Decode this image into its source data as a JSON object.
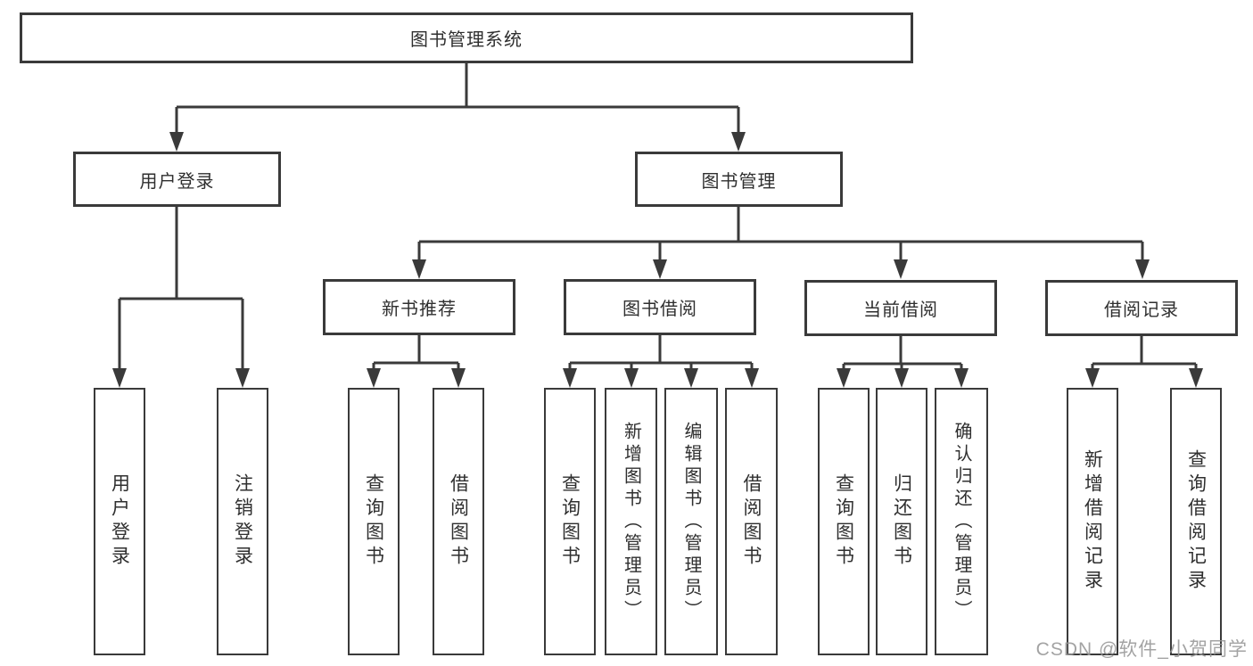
{
  "diagram_type": "hierarchy-tree",
  "tree": {
    "root": {
      "label": "图书管理系统",
      "children": [
        {
          "label": "用户登录",
          "children": [
            {
              "label": "用户登录"
            },
            {
              "label": "注销登录"
            }
          ]
        },
        {
          "label": "图书管理",
          "children": [
            {
              "label": "新书推荐",
              "children": [
                {
                  "label": "查询图书"
                },
                {
                  "label": "借阅图书"
                }
              ]
            },
            {
              "label": "图书借阅",
              "children": [
                {
                  "label": "查询图书"
                },
                {
                  "label": "新增图书（管理员）"
                },
                {
                  "label": "编辑图书（管理员）"
                },
                {
                  "label": "借阅图书"
                }
              ]
            },
            {
              "label": "当前借阅",
              "children": [
                {
                  "label": "查询图书"
                },
                {
                  "label": "归还图书"
                },
                {
                  "label": "确认归还（管理员）"
                }
              ]
            },
            {
              "label": "借阅记录",
              "children": [
                {
                  "label": "新增借阅记录"
                },
                {
                  "label": "查询借阅记录"
                }
              ]
            }
          ]
        }
      ]
    }
  },
  "watermark": {
    "text": "CSDN @软件_小贺同学"
  },
  "colors": {
    "line": "#3a3a3a",
    "box_border": "#3a3a3a",
    "text": "#2f2f2f",
    "watermark": "#969696",
    "background": "#ffffff"
  }
}
